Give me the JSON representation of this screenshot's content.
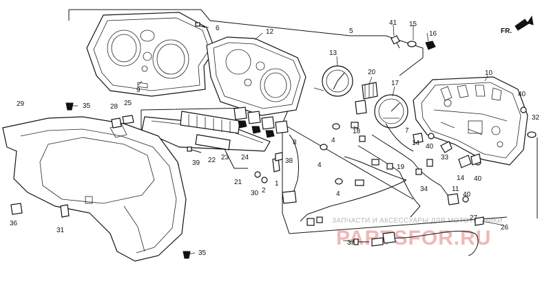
{
  "diagram": {
    "callouts": [
      {
        "id": "c1",
        "text": "1"
      },
      {
        "id": "c2",
        "text": "2"
      },
      {
        "id": "c4a",
        "text": "4"
      },
      {
        "id": "c4b",
        "text": "4"
      },
      {
        "id": "c4c",
        "text": "4"
      },
      {
        "id": "c5",
        "text": "5"
      },
      {
        "id": "c6",
        "text": "6"
      },
      {
        "id": "c7",
        "text": "7"
      },
      {
        "id": "c8",
        "text": "8"
      },
      {
        "id": "c9",
        "text": "9"
      },
      {
        "id": "c10",
        "text": "10"
      },
      {
        "id": "c11",
        "text": "11"
      },
      {
        "id": "c12",
        "text": "12"
      },
      {
        "id": "c13",
        "text": "13"
      },
      {
        "id": "c14a",
        "text": "14"
      },
      {
        "id": "c14b",
        "text": "14"
      },
      {
        "id": "c15",
        "text": "15"
      },
      {
        "id": "c16",
        "text": "16"
      },
      {
        "id": "c17",
        "text": "17"
      },
      {
        "id": "c18",
        "text": "18"
      },
      {
        "id": "c19",
        "text": "19"
      },
      {
        "id": "c20",
        "text": "20"
      },
      {
        "id": "c21",
        "text": "21"
      },
      {
        "id": "c22",
        "text": "22"
      },
      {
        "id": "c23",
        "text": "23"
      },
      {
        "id": "c24",
        "text": "24"
      },
      {
        "id": "c25",
        "text": "25"
      },
      {
        "id": "c26",
        "text": "26"
      },
      {
        "id": "c27",
        "text": "27"
      },
      {
        "id": "c28",
        "text": "28"
      },
      {
        "id": "c29",
        "text": "29"
      },
      {
        "id": "c30",
        "text": "30"
      },
      {
        "id": "c31",
        "text": "31"
      },
      {
        "id": "c32",
        "text": "32"
      },
      {
        "id": "c33",
        "text": "33"
      },
      {
        "id": "c34",
        "text": "34"
      },
      {
        "id": "c35a",
        "text": "35"
      },
      {
        "id": "c35b",
        "text": "35"
      },
      {
        "id": "c36",
        "text": "36"
      },
      {
        "id": "c37",
        "text": "37"
      },
      {
        "id": "c38",
        "text": "38"
      },
      {
        "id": "c39",
        "text": "39"
      },
      {
        "id": "c40a",
        "text": "40"
      },
      {
        "id": "c40b",
        "text": "40"
      },
      {
        "id": "c40c",
        "text": "40"
      },
      {
        "id": "c40d",
        "text": "40"
      },
      {
        "id": "c41",
        "text": "41"
      }
    ],
    "direction_label": "FR.",
    "watermark_line": "ЗАПЧАСТИ И АКСЕССУАРЫ ДЛЯ МОТОТЕХНИКИ",
    "watermark_logo": "PARTSFOR.RU"
  }
}
